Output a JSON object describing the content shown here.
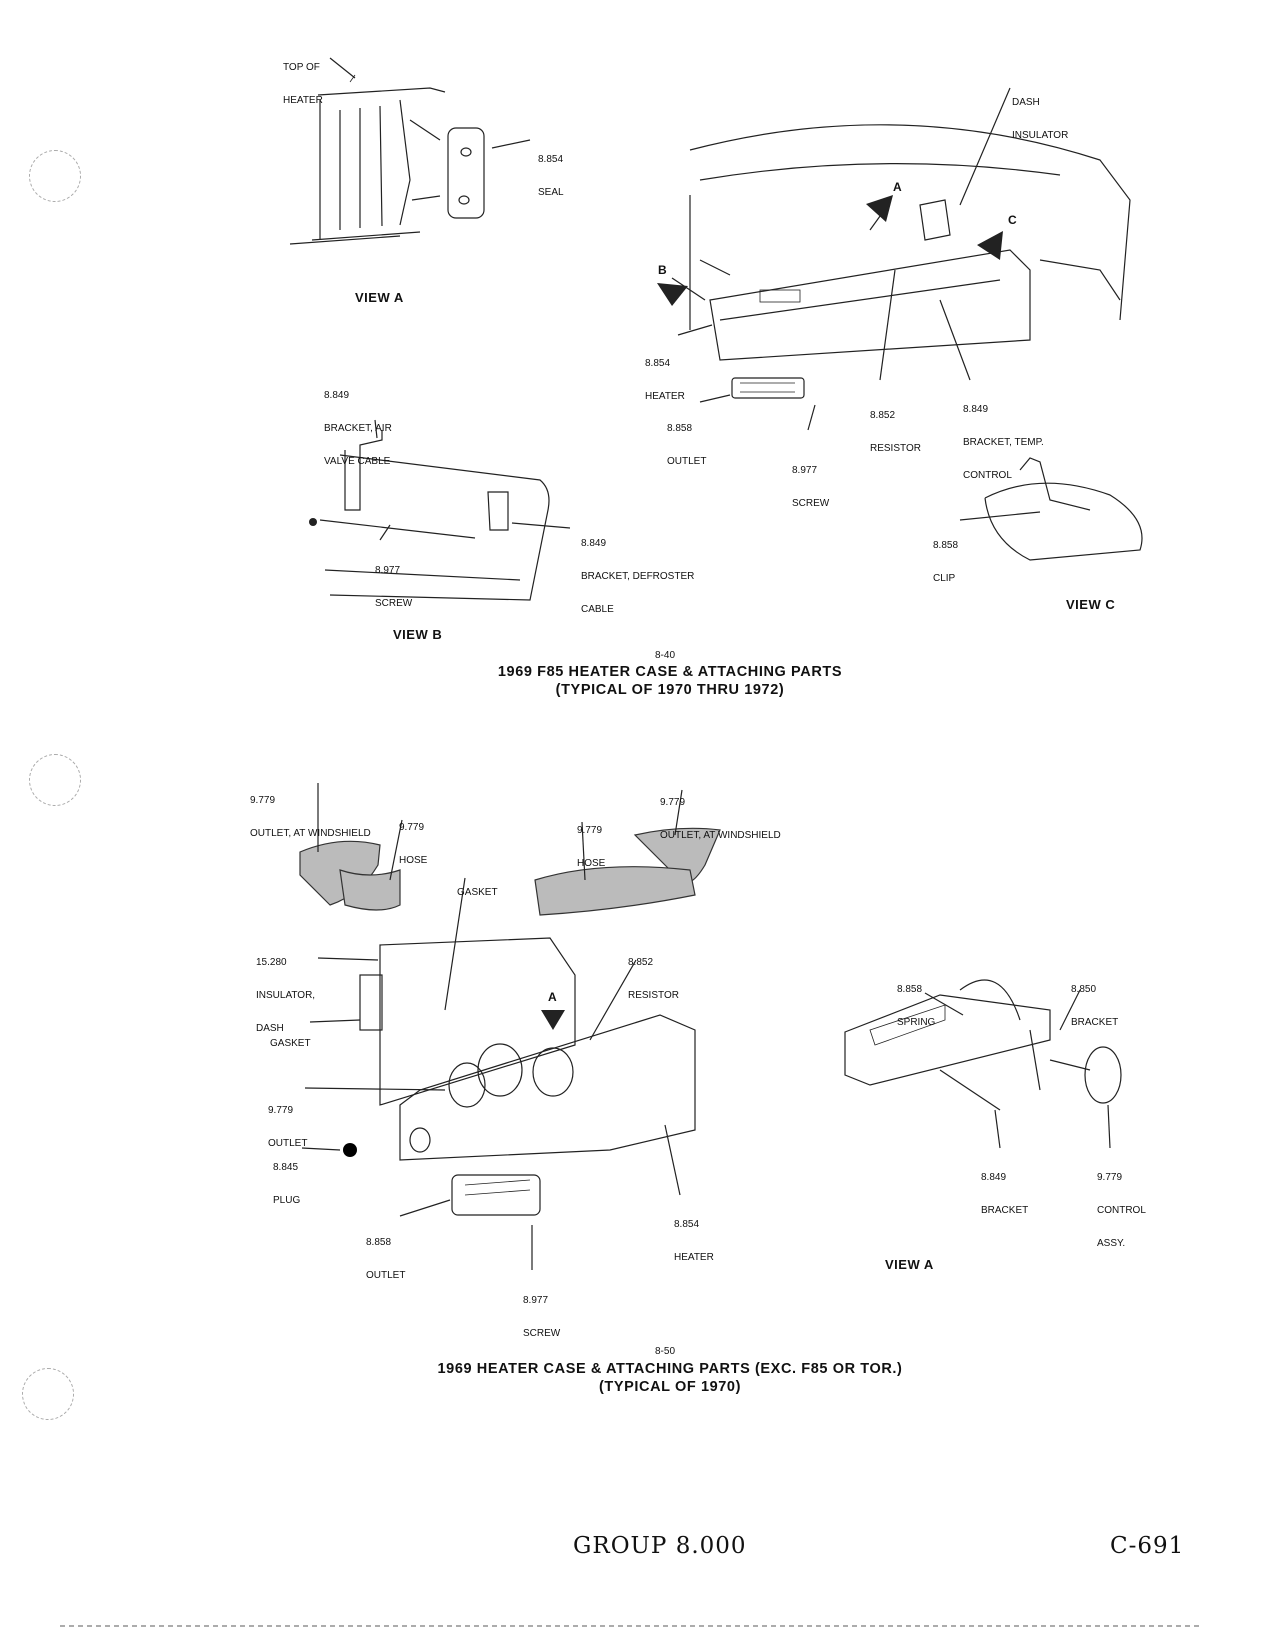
{
  "figures": [
    {
      "number": "8-40",
      "title_line1": "1969 F85 HEATER CASE & ATTACHING PARTS",
      "title_line2": "(TYPICAL OF 1970 THRU 1972)",
      "views": {
        "a": "VIEW A",
        "b": "VIEW B",
        "c": "VIEW C"
      },
      "callouts": {
        "a": "A",
        "b": "B",
        "c": "C"
      },
      "labels": {
        "top_of_heater": [
          "TOP OF",
          "HEATER"
        ],
        "seal": [
          "8.854",
          "SEAL"
        ],
        "dash_insulator": [
          "DASH",
          "INSULATOR"
        ],
        "heater": [
          "8.854",
          "HEATER"
        ],
        "outlet": [
          "8.858",
          "OUTLET"
        ],
        "screw": [
          "8.977",
          "SCREW"
        ],
        "resistor": [
          "8.852",
          "RESISTOR"
        ],
        "bracket_temp": [
          "8.849",
          "BRACKET, TEMP.",
          "CONTROL"
        ],
        "bracket_air": [
          "8.849",
          "BRACKET, AIR",
          "VALVE CABLE"
        ],
        "screw_b": [
          "8.977",
          "SCREW"
        ],
        "bracket_defroster": [
          "8.849",
          "BRACKET, DEFROSTER",
          "CABLE"
        ],
        "clip": [
          "8.858",
          "CLIP"
        ]
      }
    },
    {
      "number": "8-50",
      "title_line1": "1969 HEATER CASE & ATTACHING PARTS (EXC. F85 OR TOR.)",
      "title_line2": "(TYPICAL OF 1970)",
      "views": {
        "a": "VIEW A"
      },
      "callouts": {
        "a": "A"
      },
      "labels": {
        "outlet_windshield_left": [
          "9.779",
          "OUTLET, AT WINDSHIELD"
        ],
        "hose_left": [
          "9.779",
          "HOSE"
        ],
        "gasket_top": [
          "GASKET"
        ],
        "hose_right": [
          "9.779",
          "HOSE"
        ],
        "outlet_windshield_right": [
          "9.779",
          "OUTLET, AT WINDSHIELD"
        ],
        "insulator_dash": [
          "15.280",
          "INSULATOR,",
          "DASH"
        ],
        "resistor": [
          "8.852",
          "RESISTOR"
        ],
        "gasket_left": [
          "GASKET"
        ],
        "outlet_left": [
          "9.779",
          "OUTLET"
        ],
        "plug": [
          "8.845",
          "PLUG"
        ],
        "outlet_bottom": [
          "8.858",
          "OUTLET"
        ],
        "screw": [
          "8.977",
          "SCREW"
        ],
        "heater": [
          "8.854",
          "HEATER"
        ],
        "spring": [
          "8.858",
          "SPRING"
        ],
        "bracket_top": [
          "8.850",
          "BRACKET"
        ],
        "bracket_bottom": [
          "8.849",
          "BRACKET"
        ],
        "control_assy": [
          "9.779",
          "CONTROL",
          "ASSY."
        ]
      }
    }
  ],
  "footer": {
    "group": "GROUP 8.000",
    "page": "C-691"
  }
}
